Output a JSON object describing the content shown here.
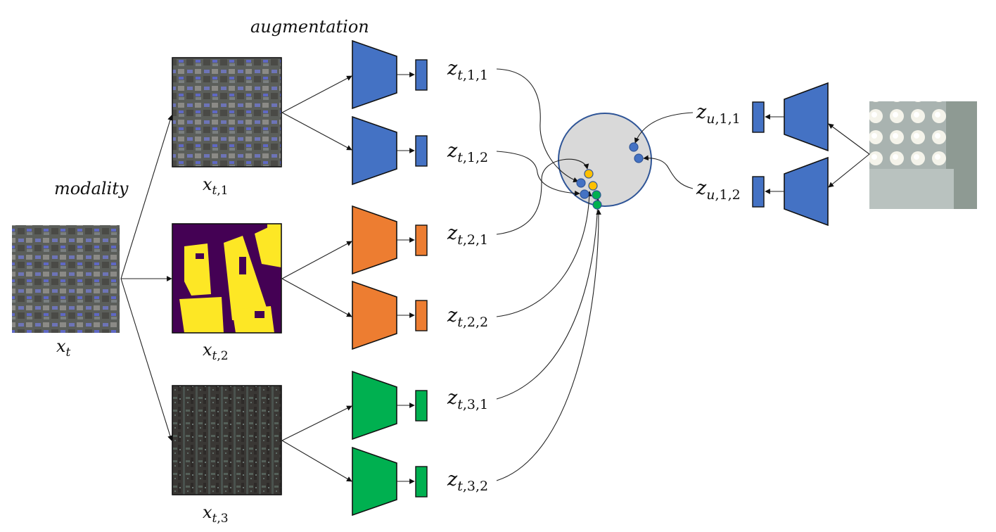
{
  "labels": {
    "modality": "modality",
    "augmentation": "augmentation"
  },
  "colors": {
    "modality_1": "#4472c4",
    "modality_2": "#ed7d31",
    "modality_3": "#00b050",
    "target_domain": "#4472c4",
    "embedding_yellow": "#ffc000",
    "embedding_space_fill": "#d9d9d9",
    "embedding_space_border": "#2f5597",
    "segmentation_background": "#440154",
    "segmentation_foreground": "#fde725"
  },
  "input": {
    "name": "x",
    "subscript": "t",
    "image": "aerial optical image of dense urban area with blue roofs"
  },
  "modalities": [
    {
      "name": "x",
      "subscript_var": "t",
      "subscript_idx": ",1",
      "image": "optical RGB aerial image",
      "color_key": "modality_1",
      "embeddings": [
        {
          "name": "z",
          "subscript_var": "t",
          "subscript_idx": ",1,1"
        },
        {
          "name": "z",
          "subscript_var": "t",
          "subscript_idx": ",1,2"
        }
      ]
    },
    {
      "name": "x",
      "subscript_var": "t",
      "subscript_idx": ",2",
      "image": "building segmentation mask (purple/yellow)",
      "color_key": "modality_2",
      "embeddings": [
        {
          "name": "z",
          "subscript_var": "t",
          "subscript_idx": ",2,1"
        },
        {
          "name": "z",
          "subscript_var": "t",
          "subscript_idx": ",2,2"
        }
      ]
    },
    {
      "name": "x",
      "subscript_var": "t",
      "subscript_idx": ",3",
      "image": "SAR / dark multispectral image",
      "color_key": "modality_3",
      "embeddings": [
        {
          "name": "z",
          "subscript_var": "t",
          "subscript_idx": ",3,1"
        },
        {
          "name": "z",
          "subscript_var": "t",
          "subscript_idx": ",3,2"
        }
      ]
    }
  ],
  "target_branch": {
    "image": "aerial image of storage tanks",
    "color_key": "target_domain",
    "embeddings": [
      {
        "name": "z",
        "subscript_var": "u",
        "subscript_idx": ",1,1"
      },
      {
        "name": "z",
        "subscript_var": "u",
        "subscript_idx": ",1,2"
      }
    ]
  },
  "embedding_space": {
    "points": [
      {
        "source": "z_t,1,1",
        "color_key": "modality_1"
      },
      {
        "source": "z_t,1,2",
        "color_key": "modality_1"
      },
      {
        "source": "z_t,2,1",
        "color_key": "embedding_yellow"
      },
      {
        "source": "z_t,2,2",
        "color_key": "embedding_yellow"
      },
      {
        "source": "z_t,3,1",
        "color_key": "modality_3"
      },
      {
        "source": "z_t,3,2",
        "color_key": "modality_3"
      },
      {
        "source": "z_u,1,1",
        "color_key": "target_domain"
      },
      {
        "source": "z_u,1,2",
        "color_key": "target_domain"
      }
    ]
  }
}
